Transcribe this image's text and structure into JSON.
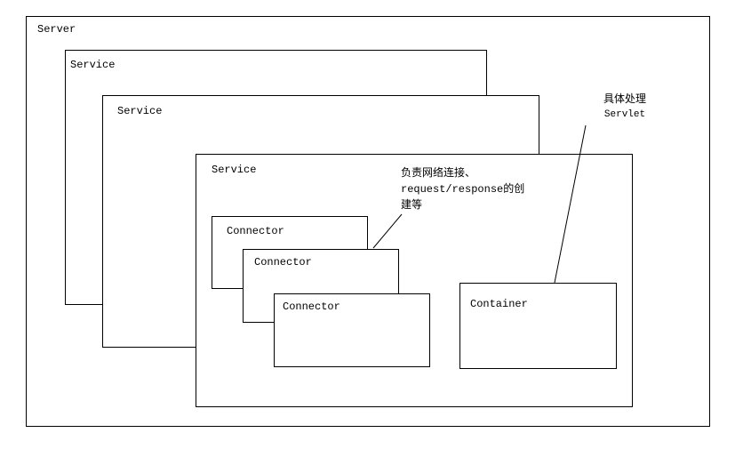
{
  "colors": {
    "background": "#ffffff",
    "line": "#000000",
    "text": "#000000"
  },
  "boxes": {
    "server": {
      "label": "Server"
    },
    "service_back": {
      "label": "Service"
    },
    "service_middle": {
      "label": "Service"
    },
    "service_front": {
      "label": "Service"
    },
    "connector_back": {
      "label": "Connector"
    },
    "connector_middle": {
      "label": "Connector"
    },
    "connector_front": {
      "label": "Connector"
    },
    "container": {
      "label": "Container"
    }
  },
  "notes": {
    "connector": {
      "line1": "负责网络连接、",
      "line2": "request/response的创",
      "line3": "建等"
    },
    "servlet": {
      "line1": "具体处理",
      "line2": "Servlet"
    }
  }
}
